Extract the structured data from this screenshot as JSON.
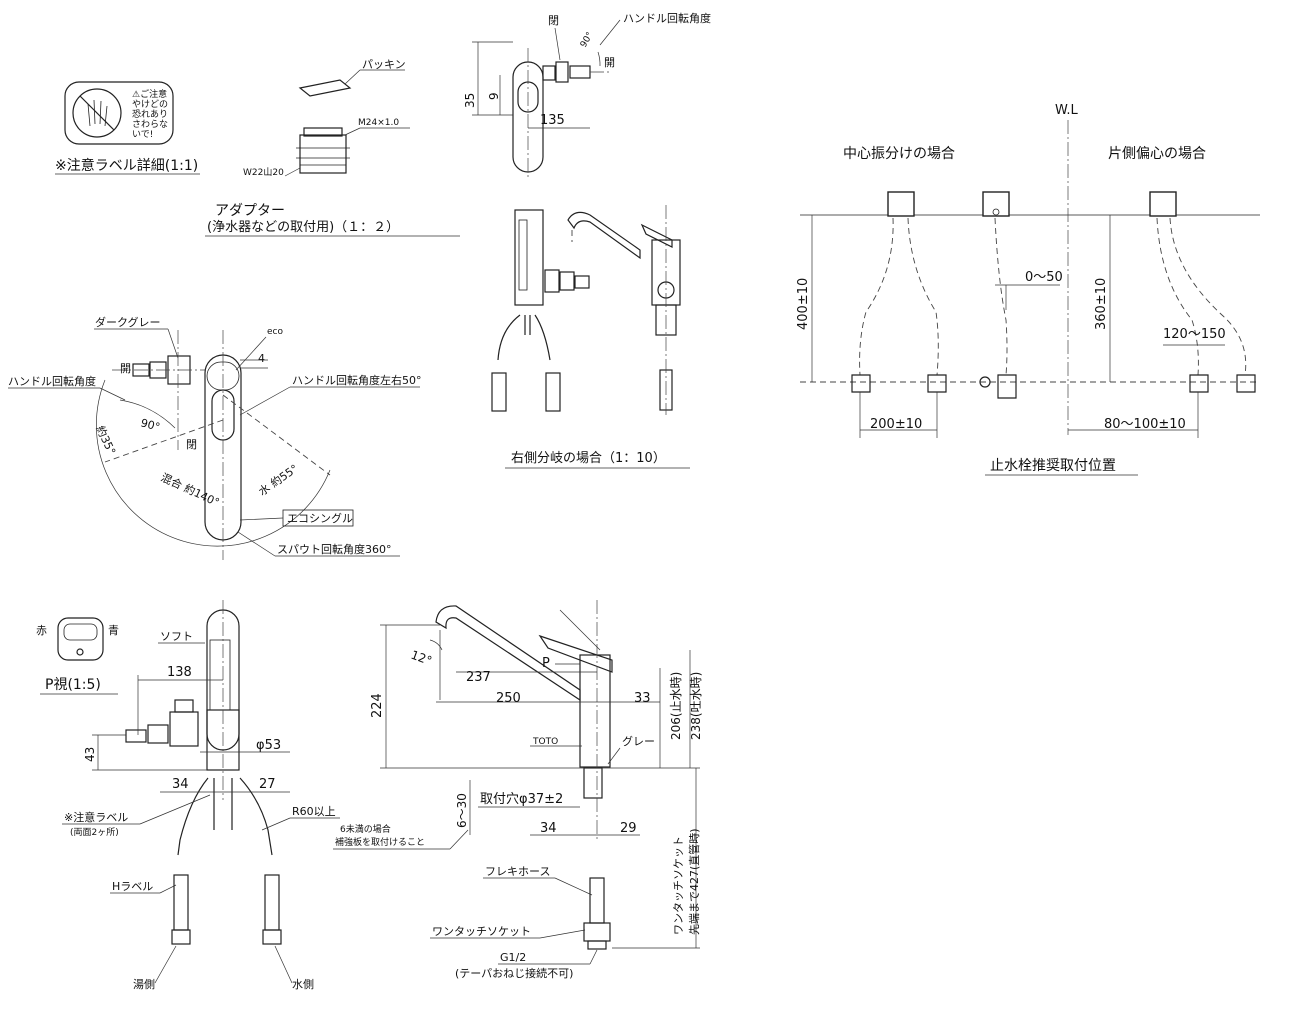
{
  "top_left": {
    "label_detail_title": "※注意ラベル詳細(1:1)",
    "label_detail_text": [
      "⚠ご注意",
      "やけどの",
      "恐れあり",
      "さわらな",
      "いで!"
    ],
    "packing": "パッキン",
    "thread_m24": "M24×1.0",
    "thread_w22": "W22山20",
    "adapter_title": "アダプター",
    "adapter_subtitle": "(浄水器などの取付用)（１：２）"
  },
  "top_middle": {
    "closed": "閉",
    "handle_rotation_angle": "ハンドル回転角度",
    "angle_90": "90°",
    "open": "開",
    "dim_35": "35",
    "dim_9": "9",
    "dim_135": "135",
    "right_branch_title": "右側分岐の場合（1：10）"
  },
  "middle_left": {
    "dark_gray": "ダークグレー",
    "eco": "eco",
    "dim_4": "4",
    "open": "開",
    "handle_rotation_angle": "ハンドル回転角度",
    "handle_rotation_lr": "ハンドル回転角度左右50°",
    "angle_90": "90°",
    "closed": "閉",
    "water_35": "約35°",
    "mix_140": "混合 約140°",
    "water_55": "水 約55°",
    "eco_single": "エコシングル",
    "spout_rotation": "スパウト回転角度360°"
  },
  "right_panel": {
    "wl": "W.L",
    "center_split": "中心振分けの場合",
    "one_side": "片側偏心の場合",
    "dim_400": "400±10",
    "dim_0_50": "0〜50",
    "dim_360": "360±10",
    "dim_120_150": "120〜150",
    "dim_200": "200±10",
    "dim_80_100": "80〜100±10",
    "stop_valve_pos": "止水栓推奨取付位置"
  },
  "bottom_left": {
    "red": "赤",
    "blue": "青",
    "p_view": "P視(1:5)",
    "soft": "ソフト",
    "dim_138": "138",
    "dim_43": "43",
    "dim_phi53": "φ53",
    "dim_34": "34",
    "dim_27": "27",
    "caution_label": "※注意ラベル",
    "both_sides": "(両面2ヶ所)",
    "r60": "R60以上",
    "h_label": "Hラベル",
    "hot_side": "湯側",
    "water_side": "水側"
  },
  "bottom_middle": {
    "angle_12": "12°",
    "dim_224": "224",
    "p": "P",
    "dim_237": "237",
    "dim_250": "250",
    "dim_33": "33",
    "dim_206": "206(止水時)",
    "dim_238": "238(吐水時)",
    "toto": "TOTO",
    "gray": "グレー",
    "mount_hole": "取付穴φ37±2",
    "dim_6_30": "6〜30",
    "under6_1": "6未満の場合",
    "under6_2": "補強板を取付けること",
    "dim_34": "34",
    "dim_29": "29",
    "flexi_hose": "フレキホース",
    "onetouch_socket": "ワンタッチソケット",
    "g12": "G1/2",
    "taper_note": "(テーパおねじ接続不可)",
    "socket_tip_1": "ワンタッチソケット",
    "socket_tip_2": "先端まで427(直管時)"
  }
}
